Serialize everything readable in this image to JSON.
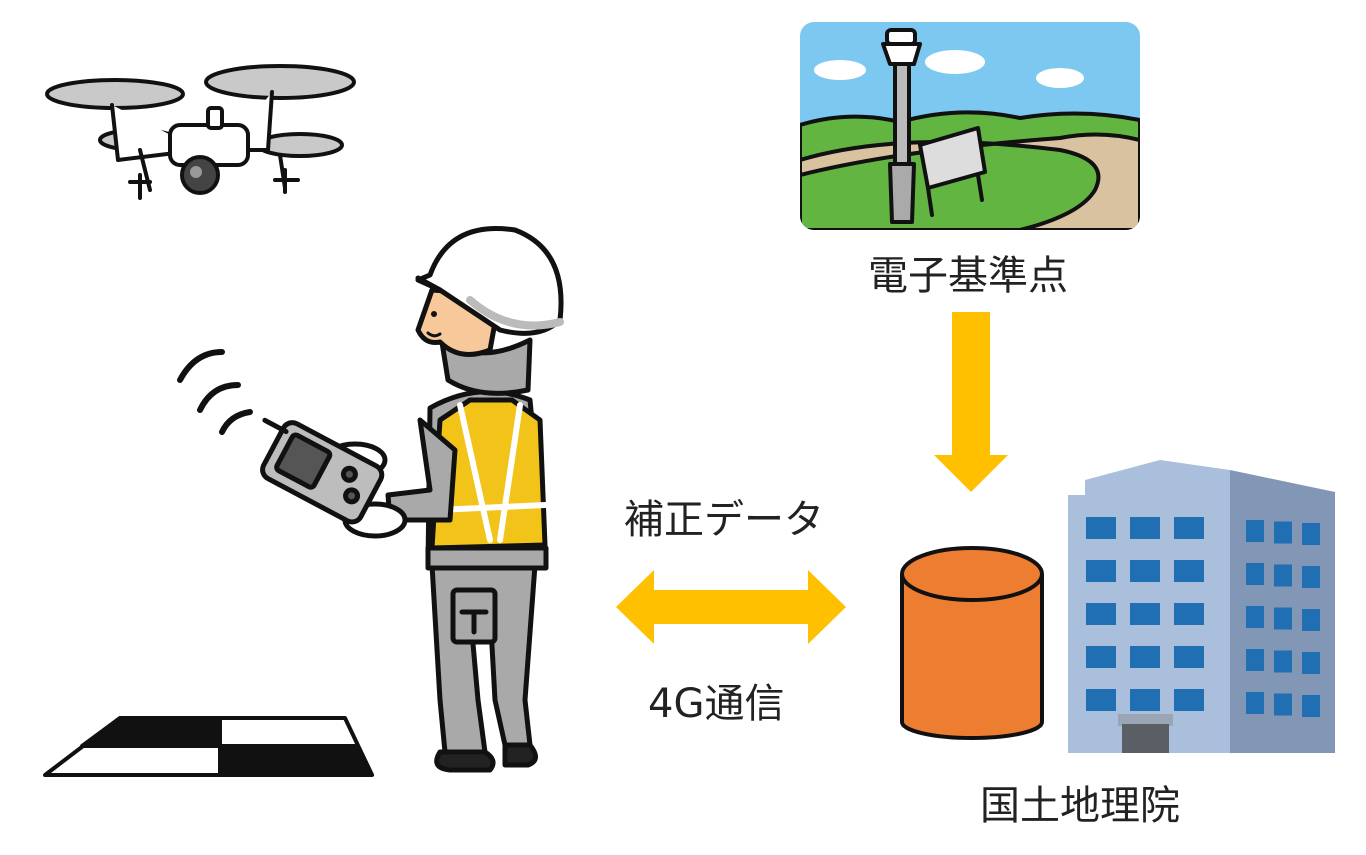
{
  "labels": {
    "reference_station": "電子基準点",
    "correction_data": "補正データ",
    "communication": "4G通信",
    "gsi": "国土地理院"
  },
  "colors": {
    "arrow": "#FFC000",
    "database": "#ED7D31",
    "building": "#A9BFDB",
    "building_side": "#8197B5",
    "window": "#1F6FB2",
    "vest": "#F2C318",
    "sky": "#7DC8F0",
    "grass": "#62B540"
  }
}
